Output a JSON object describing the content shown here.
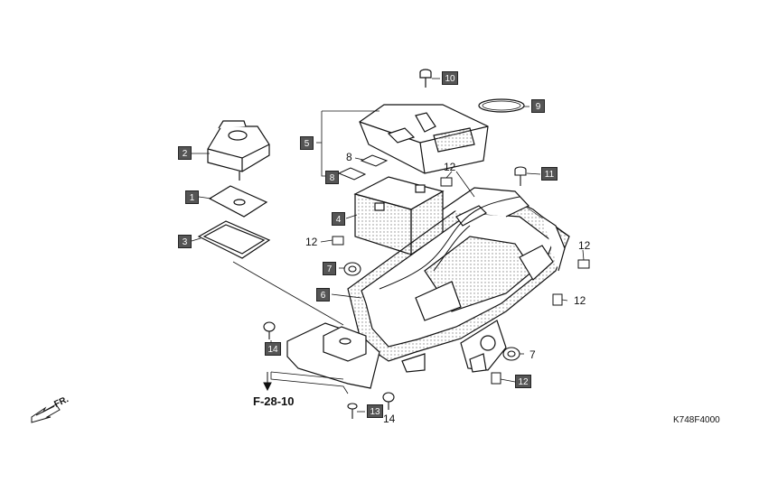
{
  "callouts": {
    "c1": "1",
    "c2": "2",
    "c3": "3",
    "c4": "4",
    "c5": "5",
    "c6": "6",
    "c7": "7",
    "c8": "8",
    "c9": "9",
    "c10": "10",
    "c11": "11",
    "c12": "12",
    "c13": "13",
    "c14": "14"
  },
  "plain_labels": {
    "p8": "8",
    "p12_top": "12",
    "p12_left": "12",
    "p12_right_top": "12",
    "p12_right_mid": "12",
    "p7": "7",
    "p14": "14"
  },
  "reference": "F-28-10",
  "front_label": "FR.",
  "diagram_code": "K748F4000",
  "colors": {
    "ink": "#111111",
    "callout_bg": "#555555",
    "stipple": "#9a9a9a"
  }
}
